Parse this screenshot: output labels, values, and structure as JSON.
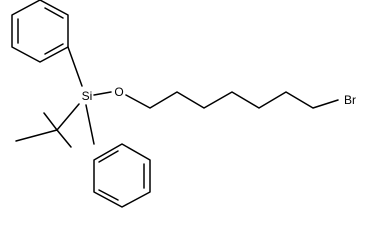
{
  "molecule": {
    "atoms": {
      "silicon": "Si",
      "oxygen": "O",
      "bromine": "Br"
    }
  }
}
